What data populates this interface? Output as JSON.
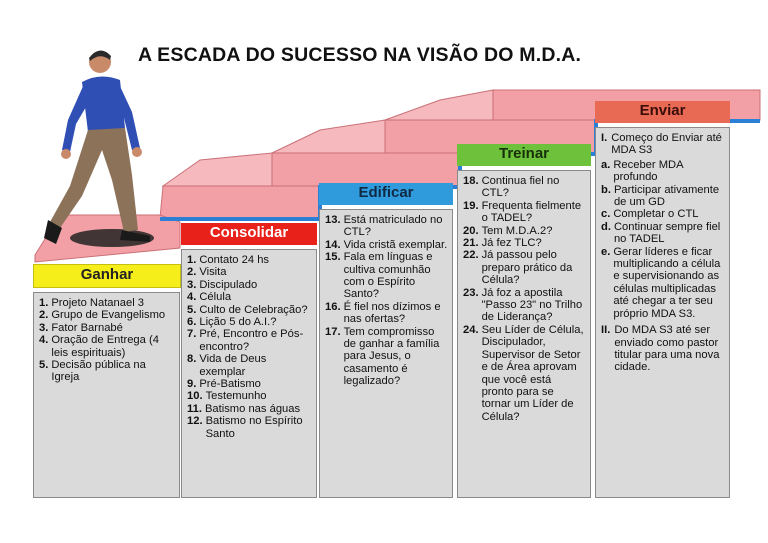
{
  "title": "A ESCADA DO SUCESSO NA VISÃO DO M.D.A.",
  "colors": {
    "step_top": "#f2a0a6",
    "step_edge": "#c97077",
    "stripe": "#2b7fd4",
    "ganhar": "#f5ee1a",
    "consolidar": "#e8211a",
    "edificar": "#2f9bdc",
    "treinar": "#6ec13a",
    "enviar": "#e86a55"
  },
  "columns": [
    {
      "key": "ganhar",
      "label": "Ganhar",
      "items": [
        {
          "n": "1.",
          "text": "Projeto Natanael 3"
        },
        {
          "n": "2.",
          "text": "Grupo de Evangelismo"
        },
        {
          "n": "3.",
          "text": "Fator Barnabé"
        },
        {
          "n": "4.",
          "text": "Oração de Entrega (4 leis espirituais)"
        },
        {
          "n": "5.",
          "text": "Decisão pública na Igreja"
        }
      ]
    },
    {
      "key": "consolidar",
      "label": "Consolidar",
      "items": [
        {
          "n": "1.",
          "text": "Contato 24 hs"
        },
        {
          "n": "2.",
          "text": "Visita"
        },
        {
          "n": "3.",
          "text": "Discipulado"
        },
        {
          "n": "4.",
          "text": "Célula"
        },
        {
          "n": "5.",
          "text": "Culto de Celebração?"
        },
        {
          "n": "6.",
          "text": "Lição 5 do A.I.?"
        },
        {
          "n": "7.",
          "text": "Pré, Encontro e Pós-encontro?"
        },
        {
          "n": "8.",
          "text": "Vida de Deus exemplar"
        },
        {
          "n": "9.",
          "text": "Pré-Batismo"
        },
        {
          "n": "10.",
          "text": "Testemunho"
        },
        {
          "n": "11.",
          "text": "Batismo nas águas"
        },
        {
          "n": "12.",
          "text": "Batismo no Espírito Santo"
        }
      ]
    },
    {
      "key": "edificar",
      "label": "Edificar",
      "items": [
        {
          "n": "13.",
          "text": "Está matriculado no CTL?"
        },
        {
          "n": "14.",
          "text": "Vida cristã exemplar."
        },
        {
          "n": "15.",
          "text": "Fala em línguas e cultiva comunhão com o Espírito Santo?"
        },
        {
          "n": "16.",
          "text": "É fiel nos dízimos e nas ofertas?"
        },
        {
          "n": "17.",
          "text": "Tem compromisso de ganhar a família para Jesus, o casamento é legalizado?"
        }
      ]
    },
    {
      "key": "treinar",
      "label": "Treinar",
      "items": [
        {
          "n": "18.",
          "text": "Continua fiel no CTL?"
        },
        {
          "n": "19.",
          "text": "Frequenta fielmente o TADEL?"
        },
        {
          "n": "20.",
          "text": "Tem M.D.A.2?"
        },
        {
          "n": "21.",
          "text": "Já fez TLC?"
        },
        {
          "n": "22.",
          "text": "Já passou pelo preparo prático da Célula?"
        },
        {
          "n": "23.",
          "text": "Já foz a apostila \"Passo 23\" no Trilho de Liderança?"
        },
        {
          "n": "24.",
          "text": "Seu Líder de Célula, Discipulador, Supervisor de Setor e de Área aprovam que você está pronto para se tornar um Líder de Célula?"
        }
      ]
    },
    {
      "key": "enviar",
      "label": "Enviar",
      "sections": [
        {
          "n": "I.",
          "text": "Começo do Enviar até MDA S3",
          "subitems": [
            {
              "n": "a.",
              "text": "Receber MDA profundo"
            },
            {
              "n": "b.",
              "text": "Participar ativamente de um GD"
            },
            {
              "n": "c.",
              "text": "Completar o CTL"
            },
            {
              "n": "d.",
              "text": "Continuar sempre fiel no TADEL"
            },
            {
              "n": "e.",
              "text": "Gerar líderes e ficar multiplicando a célula e supervisionando as células multiplicadas até chegar a ter seu próprio MDA S3."
            }
          ]
        },
        {
          "n": "II.",
          "text": "Do MDA S3 até ser enviado como pastor titular para uma nova cidade.",
          "subitems": []
        }
      ]
    }
  ]
}
